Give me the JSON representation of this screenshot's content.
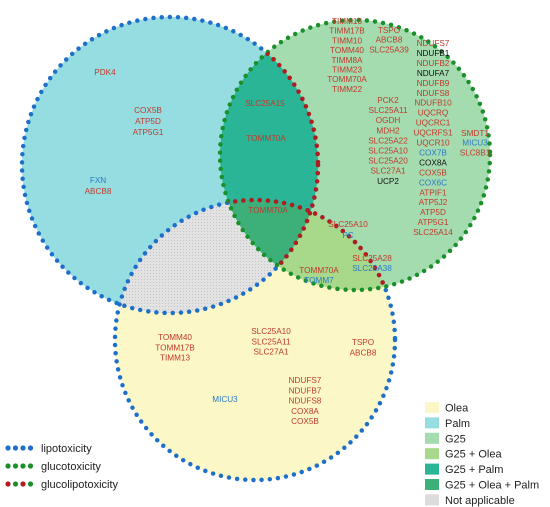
{
  "colors": {
    "olea": "#fbf7c6",
    "palm": "#95dde1",
    "g25": "#a4dcb0",
    "g25_olea": "#a8d88a",
    "g25_palm": "#2ab597",
    "g25_olea_palm": "#3db07a",
    "not_applicable": "#dcdcdc",
    "text_red": "#c0392b",
    "text_blue": "#2a79c4",
    "text_black": "#111111",
    "dot_blue": "#1e6fc9",
    "dot_green": "#1a8f2a",
    "dot_red": "#b31c1c"
  },
  "regions": {
    "palm_only": [
      {
        "text": "PDK4",
        "color": "red"
      },
      {
        "text": "COX5B",
        "color": "red"
      },
      {
        "text": "ATP5D",
        "color": "red"
      },
      {
        "text": "ATP5G1",
        "color": "red"
      },
      {
        "text": "FXN",
        "color": "blue"
      },
      {
        "text": "ABCB8",
        "color": "red"
      }
    ],
    "g25_only_left": [
      {
        "text": "TIMM13",
        "color": "red"
      },
      {
        "text": "TIMM17B",
        "color": "red"
      },
      {
        "text": "TIMM10",
        "color": "red"
      },
      {
        "text": "TOMM40",
        "color": "red"
      },
      {
        "text": "TIMM8A",
        "color": "red"
      },
      {
        "text": "TIMM23",
        "color": "red"
      },
      {
        "text": "TOMM70A",
        "color": "red"
      },
      {
        "text": "TIMM22",
        "color": "red"
      }
    ],
    "g25_only_mid": [
      {
        "text": "TSPO",
        "color": "red"
      },
      {
        "text": "ABCB8",
        "color": "red"
      },
      {
        "text": "SLC25A39",
        "color": "red"
      }
    ],
    "g25_only_right": [
      {
        "text": "NDUFS7",
        "color": "red"
      },
      {
        "text": "NDUFB1",
        "color": "black"
      },
      {
        "text": "NDUFB2",
        "color": "red"
      },
      {
        "text": "NDUFA7",
        "color": "black"
      },
      {
        "text": "NDUFB9",
        "color": "red"
      },
      {
        "text": "NDUFS8",
        "color": "red"
      },
      {
        "text": "NDUFB10",
        "color": "red"
      },
      {
        "text": "UQCRQ",
        "color": "red"
      },
      {
        "text": "UQCRC1",
        "color": "red"
      },
      {
        "text": "UQCRFS1",
        "color": "red"
      },
      {
        "text": "UQCR10",
        "color": "red"
      },
      {
        "text": "COX7B",
        "color": "blue"
      },
      {
        "text": "COX8A",
        "color": "black"
      },
      {
        "text": "COX5B",
        "color": "red"
      },
      {
        "text": "COX6C",
        "color": "blue"
      },
      {
        "text": "ATPIF1",
        "color": "red"
      },
      {
        "text": "ATP5J2",
        "color": "red"
      },
      {
        "text": "ATP5D",
        "color": "red"
      },
      {
        "text": "ATP5G1",
        "color": "red"
      },
      {
        "text": "SLC25A14",
        "color": "red"
      }
    ],
    "g25_only_far_right": [
      {
        "text": "SMDT1",
        "color": "red"
      },
      {
        "text": "MICU3",
        "color": "blue"
      },
      {
        "text": "SLC8B1",
        "color": "red"
      }
    ],
    "g25_only_center": [
      {
        "text": "PCK2",
        "color": "red"
      },
      {
        "text": "SLC25A11",
        "color": "red"
      },
      {
        "text": "OGDH",
        "color": "red"
      },
      {
        "text": "MDH2",
        "color": "red"
      },
      {
        "text": "SLC25A22",
        "color": "red"
      },
      {
        "text": "SLC25A10",
        "color": "red"
      },
      {
        "text": "SLC25A20",
        "color": "red"
      },
      {
        "text": "SLC27A1",
        "color": "red"
      },
      {
        "text": "UCP2",
        "color": "black"
      }
    ],
    "g25_palm": [
      {
        "text": "SLC25A15",
        "color": "red"
      },
      {
        "text": "TOMM70A",
        "color": "red"
      }
    ],
    "g25_olea_palm": [
      {
        "text": "TOMM70A",
        "color": "red"
      }
    ],
    "g25_olea_upper": [
      {
        "text": "SLC25A10",
        "color": "red"
      },
      {
        "text": "PC",
        "color": "blue"
      }
    ],
    "g25_olea_right": [
      {
        "text": "SLC25A28",
        "color": "red"
      },
      {
        "text": "SLC25A38",
        "color": "blue"
      }
    ],
    "g25_olea_lower": [
      {
        "text": "TOMM70A",
        "color": "red"
      },
      {
        "text": "TOMM7",
        "color": "blue"
      }
    ],
    "olea_left": [
      {
        "text": "TOMM40",
        "color": "red"
      },
      {
        "text": "TOMM17B",
        "color": "red"
      },
      {
        "text": "TIMM13",
        "color": "red"
      }
    ],
    "olea_mid": [
      {
        "text": "SLC25A10",
        "color": "red"
      },
      {
        "text": "SLC25A11",
        "color": "red"
      },
      {
        "text": "SLC27A1",
        "color": "red"
      }
    ],
    "olea_right": [
      {
        "text": "TSPO",
        "color": "red"
      },
      {
        "text": "ABCB8",
        "color": "red"
      }
    ],
    "olea_lower_right": [
      {
        "text": "NDUFS7",
        "color": "red"
      },
      {
        "text": "NDUFB7",
        "color": "red"
      },
      {
        "text": "NDUFS8",
        "color": "red"
      },
      {
        "text": "COX8A",
        "color": "red"
      },
      {
        "text": "COX5B",
        "color": "red"
      }
    ],
    "olea_lower_left": [
      {
        "text": "MICU3",
        "color": "blue"
      }
    ]
  },
  "legend": {
    "dots": [
      {
        "label": "lipotoxicity",
        "colors": [
          "blue",
          "blue"
        ]
      },
      {
        "label": "glucotoxicity",
        "colors": [
          "green",
          "green"
        ]
      },
      {
        "label": "glucolipotoxicity",
        "colors": [
          "green",
          "red"
        ]
      }
    ],
    "swatches": [
      {
        "label": "Olea",
        "color": "#fbf7c6"
      },
      {
        "label": "Palm",
        "color": "#95dde1"
      },
      {
        "label": "G25",
        "color": "#a4dcb0"
      },
      {
        "label": "G25 + Olea",
        "color": "#a8d88a"
      },
      {
        "label": "G25 + Palm",
        "color": "#2ab597"
      },
      {
        "label": "G25 + Olea + Palm",
        "color": "#3db07a"
      },
      {
        "label": "Not applicable",
        "color": "#dcdcdc"
      }
    ]
  }
}
